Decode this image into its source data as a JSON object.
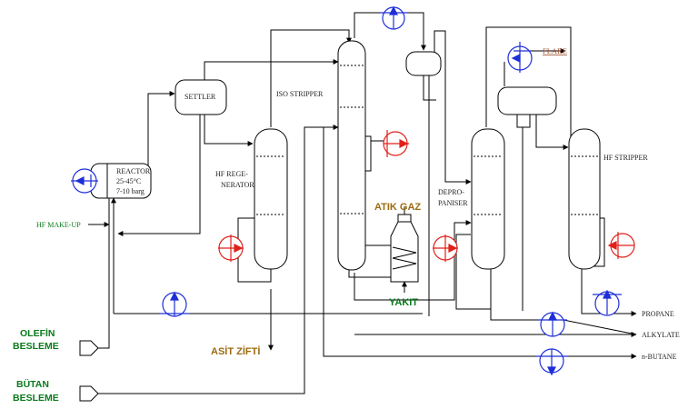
{
  "labels": {
    "settler": "SETTLER",
    "iso_stripper": "ISO STRIPPER",
    "reactor_title": "REACTOR",
    "reactor_temp": "25-45°C",
    "reactor_pressure": "7-10 barg",
    "hf_regenerator_line1": "HF REGE-",
    "hf_regenerator_line2": "NERATOR",
    "flare": "FLARE",
    "hf_stripper": "HF STRIPPER",
    "depropaniser_line1": "DEPRO-",
    "depropaniser_line2": "PANISER",
    "atik_gaz": "ATIK GAZ",
    "yakit": "YAKIT",
    "hf_makeup": "HF MAKE-UP",
    "asit_zifti": "ASİT ZİFTİ",
    "olefin_line1": "OLEFİN",
    "olefin_line2": "BESLEME",
    "butan_line1": "BÜTAN",
    "butan_line2": "BESLEME",
    "propane": "PROPANE",
    "alkylate": "ALKYLATE",
    "nbutane": "n-BUTANE"
  },
  "colors": {
    "line": "#000000",
    "cooler": "#1e2fd8",
    "heater": "#e0201a",
    "green_label": "#0a7a1c",
    "brown_label": "#9c6b10",
    "flare_label": "#a0522d"
  },
  "icons": {
    "cooler": "heat-exchanger-cooler-icon",
    "heater": "heat-exchanger-heater-icon",
    "feed_arrow": "feed-arrow-icon",
    "furnace": "furnace-icon"
  }
}
